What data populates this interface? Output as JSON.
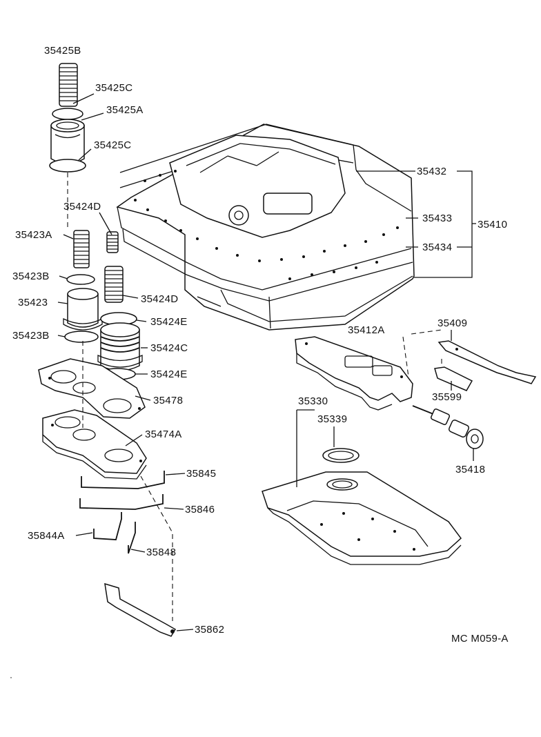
{
  "diagram": {
    "code": "MC M059-A",
    "callouts": {
      "p35425B": "35425B",
      "p35425C_top": "35425C",
      "p35425A": "35425A",
      "p35425C_bot": "35425C",
      "p35424D_top": "35424D",
      "p35423A": "35423A",
      "p35423B_top": "35423B",
      "p35424D_bot": "35424D",
      "p35423": "35423",
      "p35424E_top": "35424E",
      "p35423B_bot": "35423B",
      "p35424C": "35424C",
      "p35424E_bot": "35424E",
      "p35478": "35478",
      "p35474A": "35474A",
      "p35845": "35845",
      "p35846": "35846",
      "p35844A": "35844A",
      "p35848": "35848",
      "p35862": "35862",
      "p35432": "35432",
      "p35433": "35433",
      "p35410": "35410",
      "p35434": "35434",
      "p35412A": "35412A",
      "p35409": "35409",
      "p35599": "35599",
      "p35330": "35330",
      "p35339": "35339",
      "p35418": "35418"
    }
  }
}
